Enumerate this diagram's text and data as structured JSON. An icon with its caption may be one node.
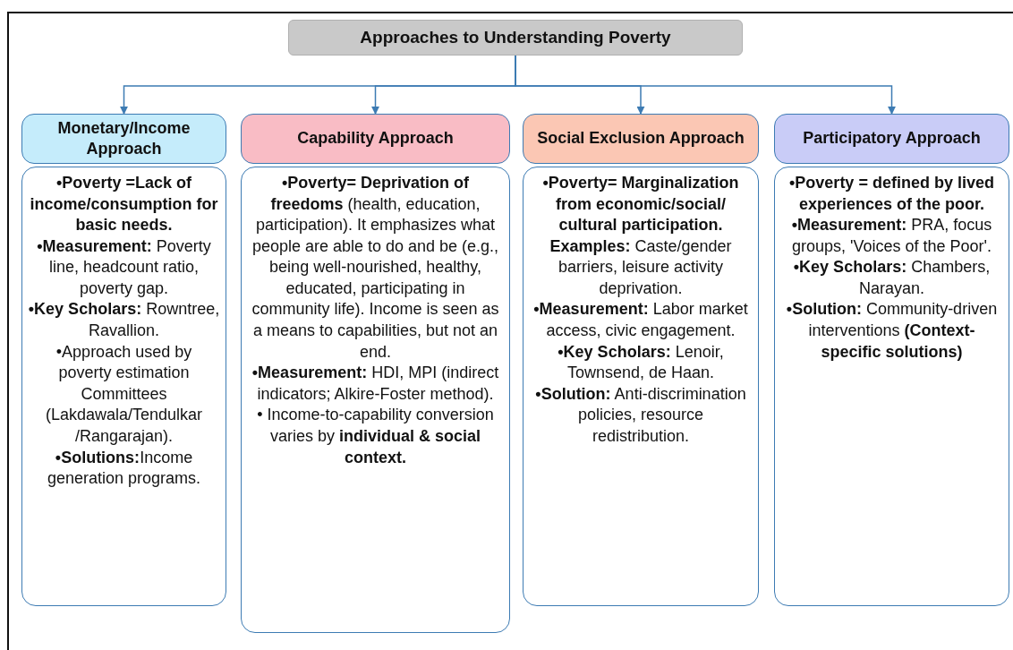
{
  "diagram": {
    "nodes": [
      {
        "text": [
          "Approaches to Understanding Poverty"
        ]
      },
      {
        "text": [
          "Monetary/Income Approach"
        ]
      },
      {
        "text": [
          "Capability Approach"
        ]
      },
      {
        "text": [
          "Social Exclusion Approach"
        ]
      },
      {
        "text": [
          "Participatory Approach"
        ]
      },
      {
        "text": [
          "**•Poverty =Lack of income/consumption for basic needs.**",
          "**•Measurement:** Poverty line, headcount ratio, poverty gap.",
          "**•Key Scholars:** Rowntree, Ravallion.",
          "•Approach used by poverty estimation Committees (Lakdawala/Tendulkar /Rangarajan).",
          "**•Solutions:**Income generation programs."
        ]
      },
      {
        "text": [
          "**•Poverty= Deprivation of freedoms** (health, education, participation). It emphasizes what people are able to do and be (e.g., being well-nourished, healthy, educated, participating in community life). Income is seen as a means to capabilities, but not an end.",
          "**•Measurement:** HDI, MPI (indirect indicators; Alkire-Foster method).",
          "• Income-to-capability conversion varies by **individual & social context.**"
        ]
      },
      {
        "text": [
          "**•Poverty= Marginalization from economic/social/ cultural participation.**",
          "**Examples:** Caste/gender barriers, leisure activity deprivation.",
          "**•Measurement:** Labor market access, civic engagement.",
          "**•Key Scholars:** Lenoir, Townsend, de Haan.",
          "**•Solution:** Anti-discrimination policies, resource redistribution."
        ]
      },
      {
        "text": [
          "**•Poverty = defined by lived experiences of the poor.**",
          "**•Measurement:** PRA, focus groups, 'Voices of the Poor'.",
          "**•Key Scholars:** Chambers, Narayan.",
          "**•Solution:** Community-driven interventions **(Context-specific solutions)**"
        ]
      }
    ],
    "edges": [
      {
        "from": 0,
        "to": 1,
        "arrow": "to"
      },
      {
        "from": 0,
        "to": 2,
        "arrow": "to"
      },
      {
        "from": 0,
        "to": 3,
        "arrow": "to"
      },
      {
        "from": 0,
        "to": 4,
        "arrow": "to"
      }
    ]
  }
}
